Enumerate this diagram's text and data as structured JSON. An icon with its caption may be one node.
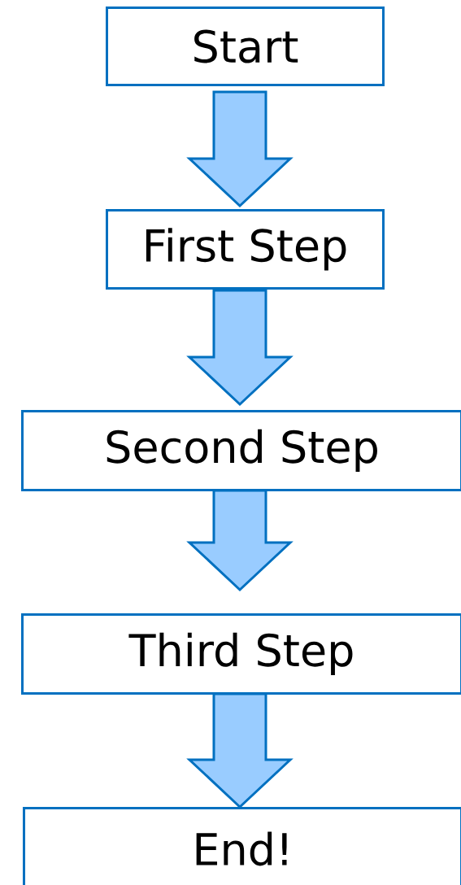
{
  "diagram": {
    "nodes": [
      {
        "text": [
          "Start"
        ]
      },
      {
        "text": [
          "First Step"
        ]
      },
      {
        "text": [
          "Second Step"
        ]
      },
      {
        "text": [
          "Third Step"
        ]
      },
      {
        "text": [
          "End!"
        ]
      }
    ],
    "edges": [
      {
        "from": 0,
        "to": 1,
        "arrow": "to"
      },
      {
        "from": 1,
        "to": 2,
        "arrow": "to"
      },
      {
        "from": 2,
        "to": 3,
        "arrow": "to"
      },
      {
        "from": 3,
        "to": 4,
        "arrow": "to"
      }
    ]
  }
}
